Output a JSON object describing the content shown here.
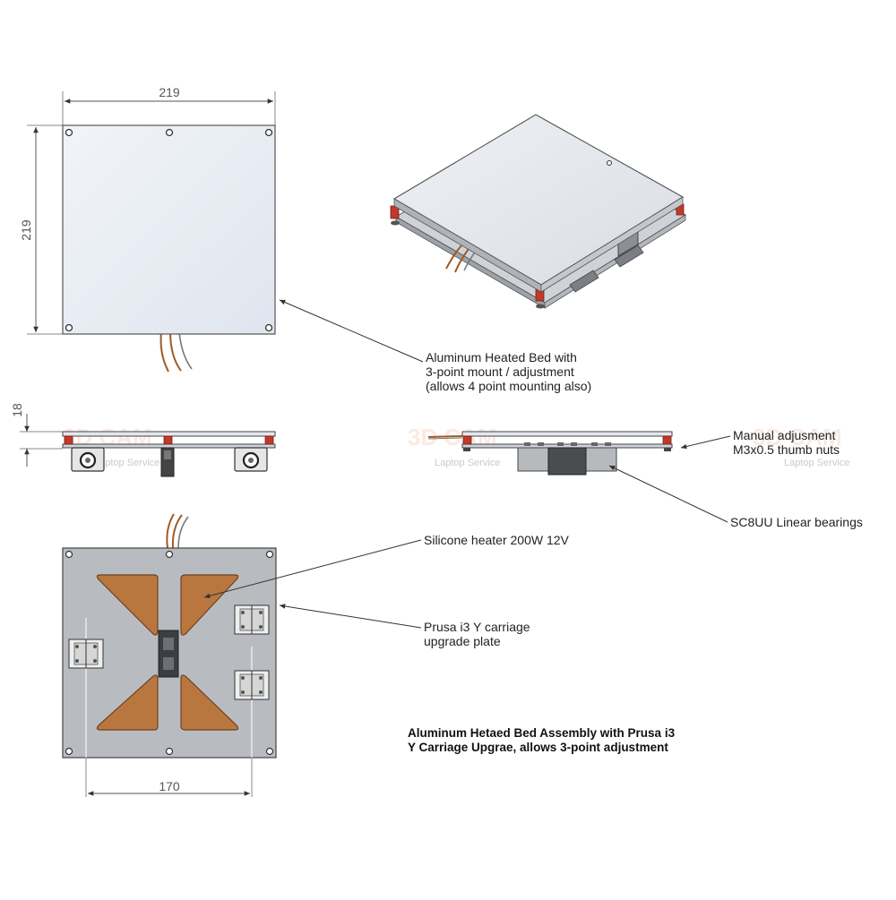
{
  "dimensions": {
    "top_width": "219",
    "top_height": "219",
    "side_height": "18",
    "bottom_width": "170"
  },
  "callouts": {
    "heated_bed_line1": "Aluminum Heated Bed with",
    "heated_bed_line2": "3-point  mount / adjustment",
    "heated_bed_line3": "(allows 4 point mounting also)",
    "manual_adjust_line1": "Manual adjusment",
    "manual_adjust_line2": "M3x0.5 thumb nuts",
    "linear_bearings": "SC8UU Linear bearings",
    "silicone_heater": "Silicone heater 200W 12V",
    "prusa_line1": "Prusa i3 Y carriage",
    "prusa_line2": "upgrade plate"
  },
  "caption": {
    "line1": "Aluminum Hetaed Bed Assembly with Prusa i3",
    "line2": "Y Carriage Upgrae, allows 3-point adjustment"
  },
  "watermark": {
    "brand": "3D CAM",
    "sub": "Laptop Service"
  },
  "colors": {
    "plate": "#e8edf4",
    "carriage": "#b8bcc1",
    "heater": "#b9773f",
    "spacer": "#c0392b",
    "wire": "#a05a25",
    "bearing": "#666a6e"
  }
}
